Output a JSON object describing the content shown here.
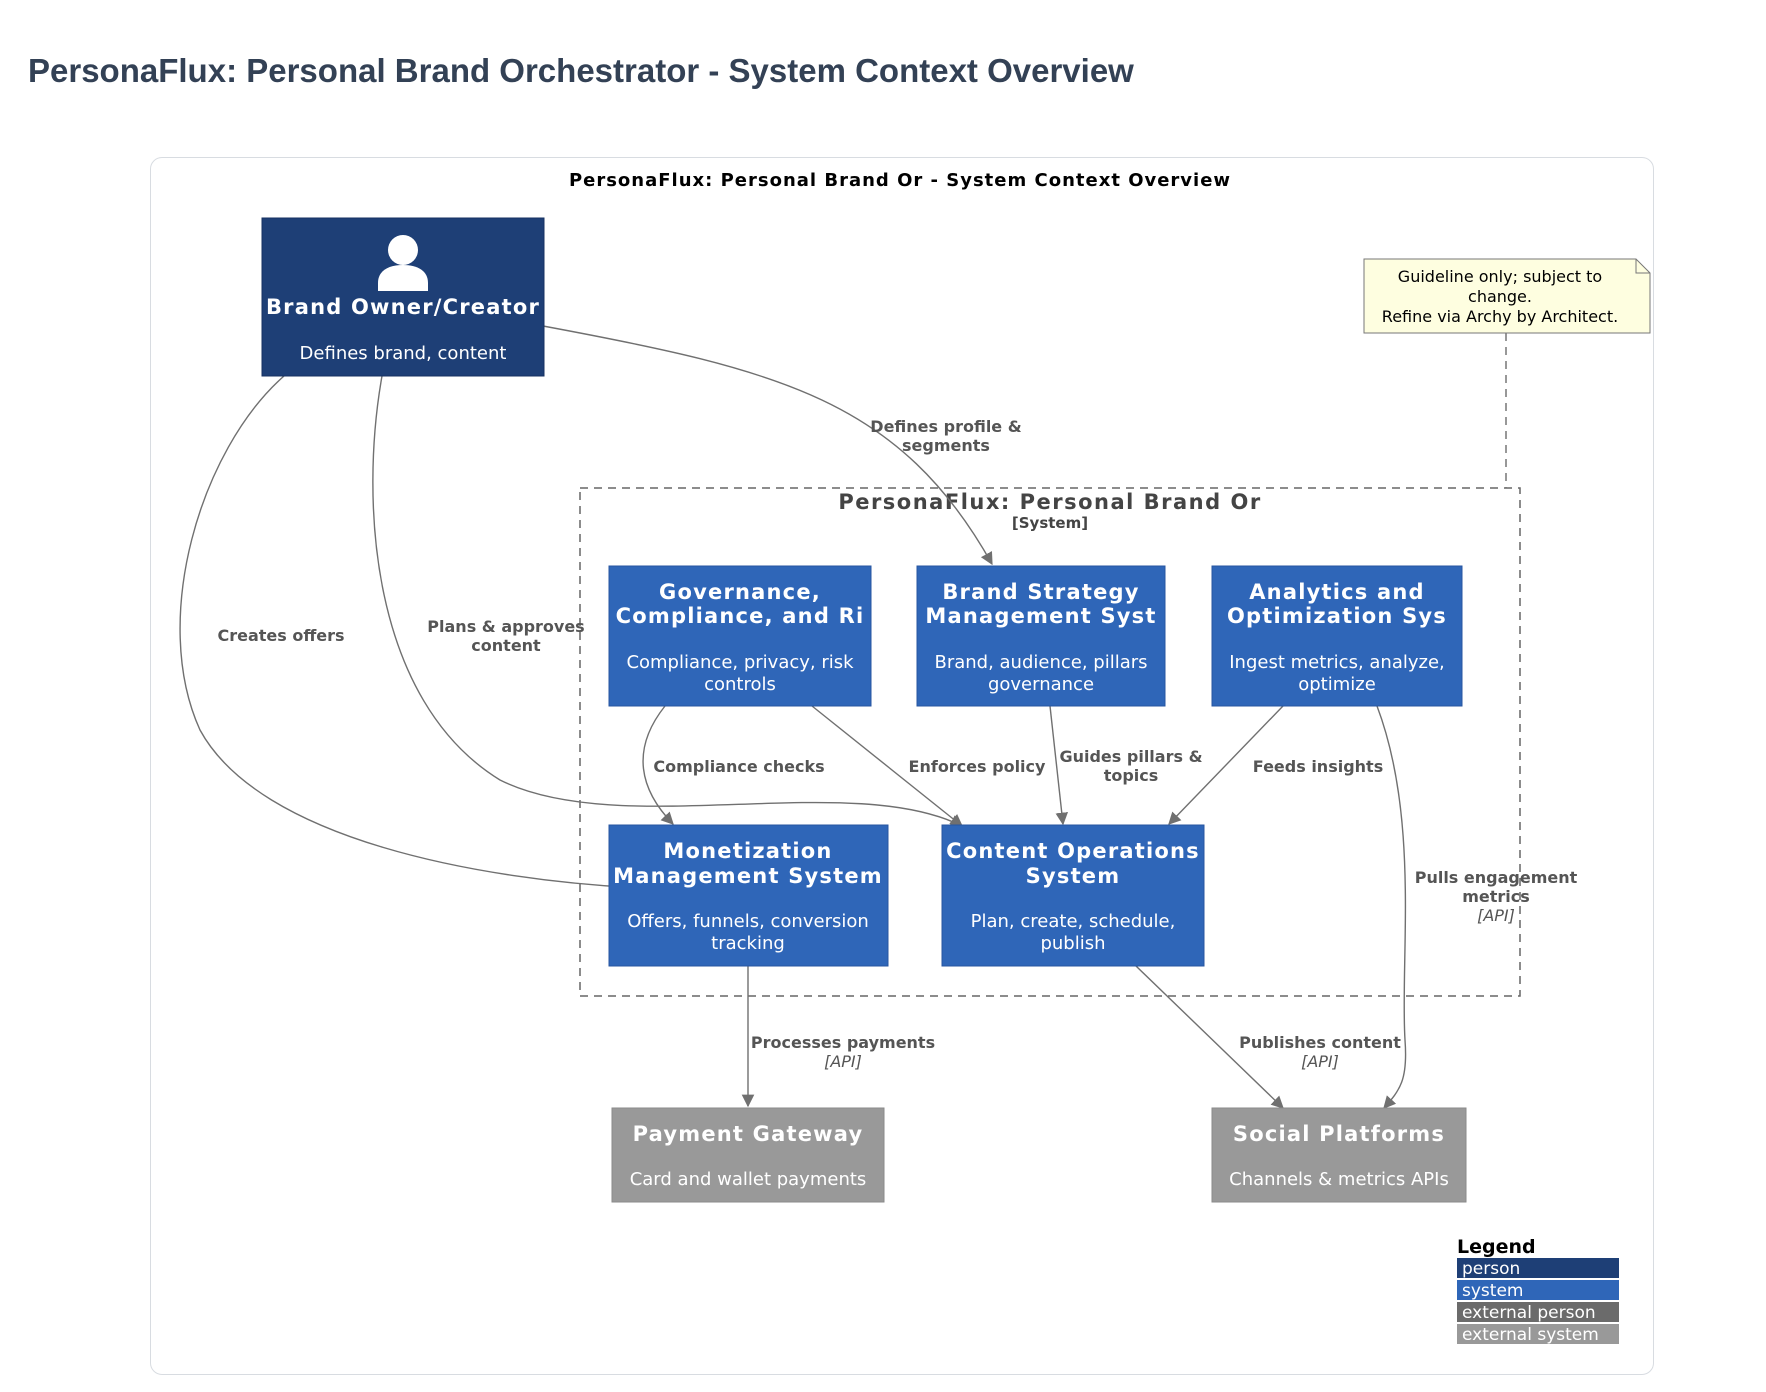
{
  "page": {
    "title": "PersonaFlux: Personal Brand Orchestrator - System Context Overview"
  },
  "diagram": {
    "title": "PersonaFlux: Personal Brand Or - System Context Overview",
    "boundary": {
      "name": "PersonaFlux: Personal Brand Or",
      "type": "[System]"
    },
    "note": {
      "lines": [
        "Guideline only; subject to",
        "change.",
        "Refine via Archy by Architect."
      ]
    },
    "nodes": {
      "owner": {
        "title": "Brand Owner/Creator",
        "desc": "Defines brand, content",
        "kind": "person"
      },
      "governance": {
        "title_lines": [
          "Governance,",
          "Compliance, and Ri"
        ],
        "desc_lines": [
          "Compliance, privacy, risk",
          "controls"
        ],
        "kind": "system"
      },
      "strategy": {
        "title_lines": [
          "Brand Strategy",
          "Management Syst"
        ],
        "desc_lines": [
          "Brand, audience, pillars",
          "governance"
        ],
        "kind": "system"
      },
      "analytics": {
        "title_lines": [
          "Analytics and",
          "Optimization Sys"
        ],
        "desc_lines": [
          "Ingest metrics, analyze,",
          "optimize"
        ],
        "kind": "system"
      },
      "monetization": {
        "title_lines": [
          "Monetization",
          "Management System"
        ],
        "desc_lines": [
          "Offers, funnels, conversion",
          "tracking"
        ],
        "kind": "system"
      },
      "content_ops": {
        "title_lines": [
          "Content Operations",
          "System"
        ],
        "desc_lines": [
          "Plan, create, schedule,",
          "publish"
        ],
        "kind": "system"
      },
      "payment": {
        "title": "Payment Gateway",
        "desc": "Card and wallet payments",
        "kind": "external system"
      },
      "social": {
        "title": "Social Platforms",
        "desc": "Channels & metrics APIs",
        "kind": "external system"
      }
    },
    "edges": [
      {
        "from": "owner",
        "to": "strategy",
        "label_lines": [
          "Defines profile &",
          "segments"
        ]
      },
      {
        "from": "owner",
        "to": "monetization",
        "label_lines": [
          "Creates offers"
        ]
      },
      {
        "from": "owner",
        "to": "content_ops",
        "label_lines": [
          "Plans & approves",
          "content"
        ]
      },
      {
        "from": "governance",
        "to": "monetization",
        "label_lines": [
          "Compliance checks"
        ]
      },
      {
        "from": "governance",
        "to": "content_ops",
        "label_lines": [
          "Enforces policy"
        ]
      },
      {
        "from": "strategy",
        "to": "content_ops",
        "label_lines": [
          "Guides pillars &",
          "topics"
        ]
      },
      {
        "from": "analytics",
        "to": "content_ops",
        "label_lines": [
          "Feeds insights"
        ]
      },
      {
        "from": "analytics",
        "to": "social",
        "label_lines": [
          "Pulls engagement",
          "metrics"
        ],
        "tech": "[API]"
      },
      {
        "from": "monetization",
        "to": "payment",
        "label_lines": [
          "Processes payments"
        ],
        "tech": "[API]"
      },
      {
        "from": "content_ops",
        "to": "social",
        "label_lines": [
          "Publishes content"
        ],
        "tech": "[API]"
      }
    ],
    "legend": {
      "title": "Legend",
      "items": [
        {
          "label": "person",
          "color": "#1e3f76"
        },
        {
          "label": "system",
          "color": "#2f66b8"
        },
        {
          "label": "external person",
          "color": "#6b6b6b"
        },
        {
          "label": "external system",
          "color": "#999999"
        }
      ]
    },
    "colors": {
      "person": "#1e3f76",
      "system": "#2f66b8",
      "external_system": "#999999",
      "edge": "#707070",
      "note_bg": "#fefee0"
    }
  }
}
